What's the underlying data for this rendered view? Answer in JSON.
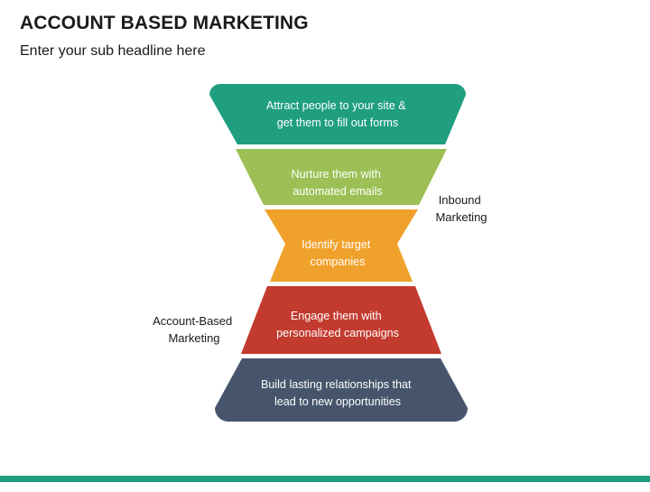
{
  "slide": {
    "headline": "ACCOUNT BASED MARKETING",
    "subheadline": "Enter your sub headline here",
    "accent_color": "#1f9e80",
    "background_color": "#ffffff"
  },
  "chart_data": {
    "type": "diagram",
    "shape": "hourglass-funnel",
    "title": "ACCOUNT BASED MARKETING",
    "subtitle": "Enter your sub headline here",
    "segments": [
      {
        "index": 1,
        "color": "#1f9e80",
        "color_name": "teal",
        "lines": [
          "Attract people to your site &",
          "get them to fill out forms"
        ],
        "text_color": "#ffffff",
        "group": "Inbound Marketing"
      },
      {
        "index": 2,
        "color": "#9cc055",
        "color_name": "green",
        "lines": [
          "Nurture them with",
          "automated emails"
        ],
        "text_color": "#ffffff",
        "group": "Inbound Marketing"
      },
      {
        "index": 3,
        "color": "#f0a12b",
        "color_name": "orange",
        "lines": [
          "Identify target",
          "companies"
        ],
        "text_color": "#ffffff",
        "group": "Account-Based Marketing"
      },
      {
        "index": 4,
        "color": "#c33a2e",
        "color_name": "red",
        "lines": [
          "Engage them with",
          "personalized campaigns"
        ],
        "text_color": "#ffffff",
        "group": "Account-Based Marketing"
      },
      {
        "index": 5,
        "color": "#46556b",
        "color_name": "dark-slate-blue",
        "lines": [
          "Build lasting relationships that",
          "lead to new opportunities"
        ],
        "text_color": "#ffffff",
        "group": "Account-Based Marketing"
      }
    ],
    "side_labels": [
      {
        "position": "right",
        "lines": [
          "Inbound",
          "Marketing"
        ],
        "color": "#1a1a1a"
      },
      {
        "position": "left",
        "lines": [
          "Account-Based",
          "Marketing"
        ],
        "color": "#1a1a1a"
      }
    ]
  }
}
